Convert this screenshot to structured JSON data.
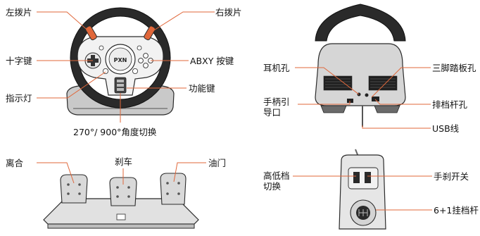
{
  "labels": {
    "left_paddle": "左拨片",
    "right_paddle": "右拨片",
    "dpad": "十字键",
    "abxy": "ABXY 按键",
    "indicator": "指示灯",
    "function_keys": "功能键",
    "angle_switch": "270°/ 900°角度切换",
    "headphone": "耳机孔",
    "pedal_port": "三脚踏板孔",
    "handle_guide_line1": "手柄引",
    "handle_guide_line2": "导口",
    "shifter_port": "排档杆孔",
    "usb": "USB线",
    "clutch": "离合",
    "brake": "刹车",
    "throttle": "油门",
    "range_switch_line1": "高低档",
    "range_switch_line2": "切换",
    "handbrake": "手刹开关",
    "shifter": "6+1挂档杆"
  },
  "wheel_logo": "PXN",
  "colors": {
    "leader": "#e0673a",
    "outline": "#2b2b2b",
    "dark": "#1e1e1e",
    "mid": "#6f6f6f",
    "light": "#d9d9d9"
  }
}
